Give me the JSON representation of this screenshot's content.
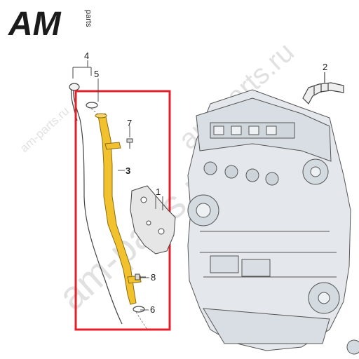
{
  "logo": {
    "letters": "AM",
    "suffix": "parts"
  },
  "watermarks": [
    "am-parts.ru",
    "am-parts.ru",
    "am-parts.ru"
  ],
  "callouts": [
    "1",
    "2",
    "3",
    "4",
    "5",
    "6",
    "7",
    "8"
  ],
  "colors": {
    "highlight_box": "#e0202a",
    "highlight_part": "#f2c12e",
    "line": "#444444",
    "part_fill": "#e8e8e8",
    "engine_fill": "#dfe5ea"
  }
}
